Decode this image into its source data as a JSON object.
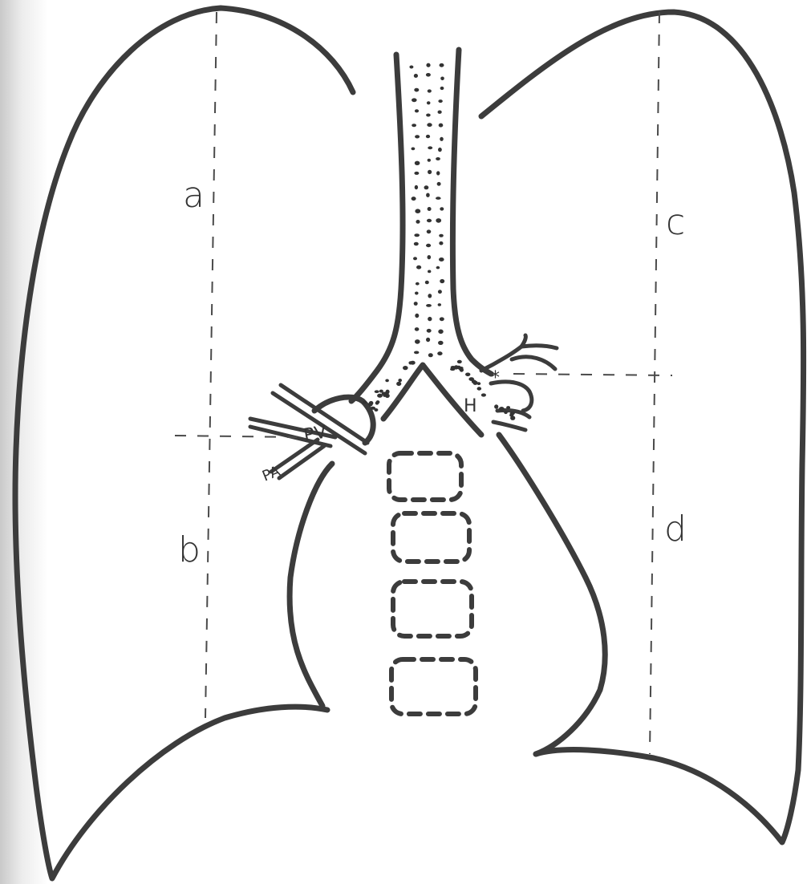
{
  "labels": {
    "a": "a",
    "b": "b",
    "c": "c",
    "d": "d",
    "pv": "PV",
    "pa": "PA",
    "h": "H",
    "star": "*"
  },
  "colors": {
    "ink": "#3c3c3c",
    "paper": "#ffffff",
    "shade": "#cfcfcf"
  }
}
